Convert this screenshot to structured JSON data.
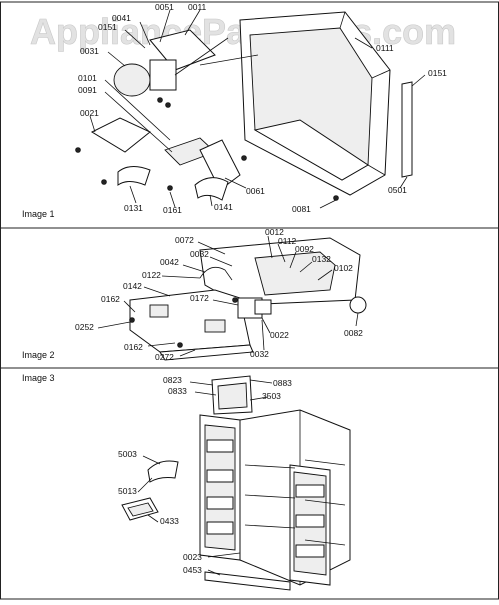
{
  "watermark": "AppliancePartsPros.com",
  "sections": [
    {
      "title": "Image 1",
      "labels": [
        "0051",
        "0011",
        "0041",
        "0151",
        "0031",
        "0111",
        "0151",
        "0101",
        "0091",
        "0021",
        "0061",
        "0131",
        "0161",
        "0141",
        "0081",
        "0501"
      ]
    },
    {
      "title": "Image 2",
      "labels": [
        "0072",
        "0012",
        "0112",
        "0092",
        "0132",
        "0102",
        "0032",
        "0042",
        "0122",
        "0142",
        "0162",
        "0172",
        "0252",
        "0022",
        "0082",
        "0162",
        "0272",
        "0032"
      ]
    },
    {
      "title": "Image 3",
      "labels": [
        "0823",
        "0833",
        "0883",
        "3503",
        "5003",
        "5013",
        "0433",
        "0023",
        "0453"
      ]
    }
  ]
}
